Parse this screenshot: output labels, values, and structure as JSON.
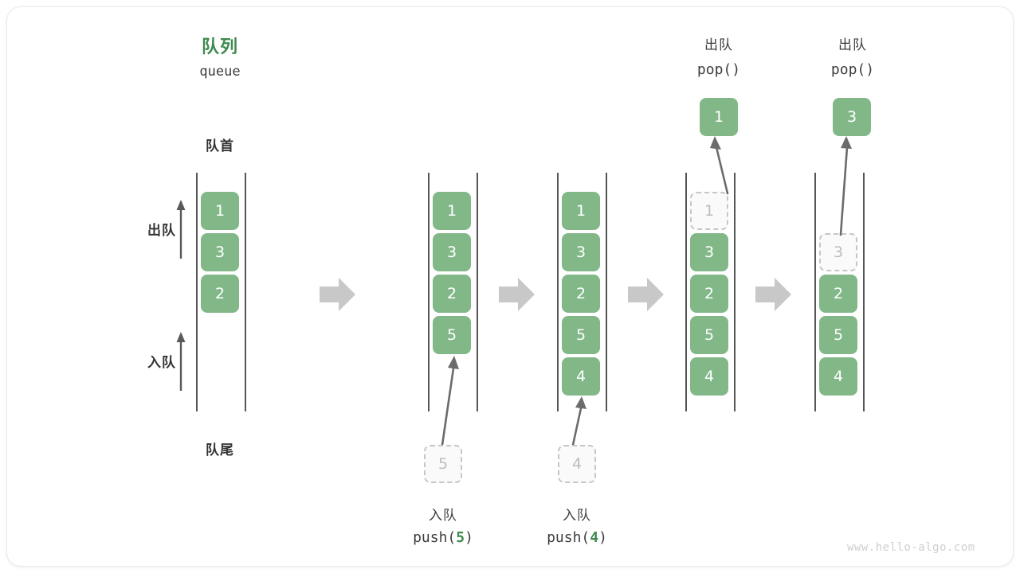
{
  "title": {
    "cn": "队列",
    "en": "queue"
  },
  "labels": {
    "front": "队首",
    "rear": "队尾",
    "dequeue": "出队",
    "enqueue": "入队"
  },
  "colors": {
    "element": "#82b888",
    "accent": "#3e8a4f",
    "ghost_border": "#c6c6c6",
    "ghost_fill": "#fafafa",
    "rail": "#555555",
    "arrow": "#c8c8c8",
    "text": "#3d3d3d"
  },
  "operations": {
    "push5": {
      "cn": "入队",
      "code_prefix": "push(",
      "code_value": "5",
      "code_suffix": ")"
    },
    "push4": {
      "cn": "入队",
      "code_prefix": "push(",
      "code_value": "4",
      "code_suffix": ")"
    },
    "pop1": {
      "cn": "出队",
      "code": "pop()"
    },
    "pop2": {
      "cn": "出队",
      "code": "pop()"
    }
  },
  "popped": {
    "first": "1",
    "second": "3"
  },
  "incoming": {
    "five": "5",
    "four": "4"
  },
  "stages": [
    {
      "name": "initial",
      "cells": [
        {
          "v": "1",
          "ghost": false
        },
        {
          "v": "3",
          "ghost": false
        },
        {
          "v": "2",
          "ghost": false
        }
      ]
    },
    {
      "name": "after-push-5",
      "cells": [
        {
          "v": "1",
          "ghost": false
        },
        {
          "v": "3",
          "ghost": false
        },
        {
          "v": "2",
          "ghost": false
        },
        {
          "v": "5",
          "ghost": false
        }
      ]
    },
    {
      "name": "after-push-4",
      "cells": [
        {
          "v": "1",
          "ghost": false
        },
        {
          "v": "3",
          "ghost": false
        },
        {
          "v": "2",
          "ghost": false
        },
        {
          "v": "5",
          "ghost": false
        },
        {
          "v": "4",
          "ghost": false
        }
      ]
    },
    {
      "name": "after-pop-1",
      "cells": [
        {
          "v": "1",
          "ghost": true
        },
        {
          "v": "3",
          "ghost": false
        },
        {
          "v": "2",
          "ghost": false
        },
        {
          "v": "5",
          "ghost": false
        },
        {
          "v": "4",
          "ghost": false
        }
      ]
    },
    {
      "name": "after-pop-3",
      "cells": [
        {
          "v": "3",
          "ghost": true
        },
        {
          "v": "2",
          "ghost": false
        },
        {
          "v": "5",
          "ghost": false
        },
        {
          "v": "4",
          "ghost": false
        }
      ]
    }
  ],
  "cells": {
    "s1c1": "1",
    "s1c2": "3",
    "s1c3": "2",
    "s2c1": "1",
    "s2c2": "3",
    "s2c3": "2",
    "s2c4": "5",
    "s3c1": "1",
    "s3c2": "3",
    "s3c3": "2",
    "s3c4": "5",
    "s3c5": "4",
    "s4c1": "1",
    "s4c2": "3",
    "s4c3": "2",
    "s4c4": "5",
    "s4c5": "4",
    "s5c1": "3",
    "s5c2": "2",
    "s5c3": "5",
    "s5c4": "4"
  },
  "watermark": "www.hello-algo.com"
}
